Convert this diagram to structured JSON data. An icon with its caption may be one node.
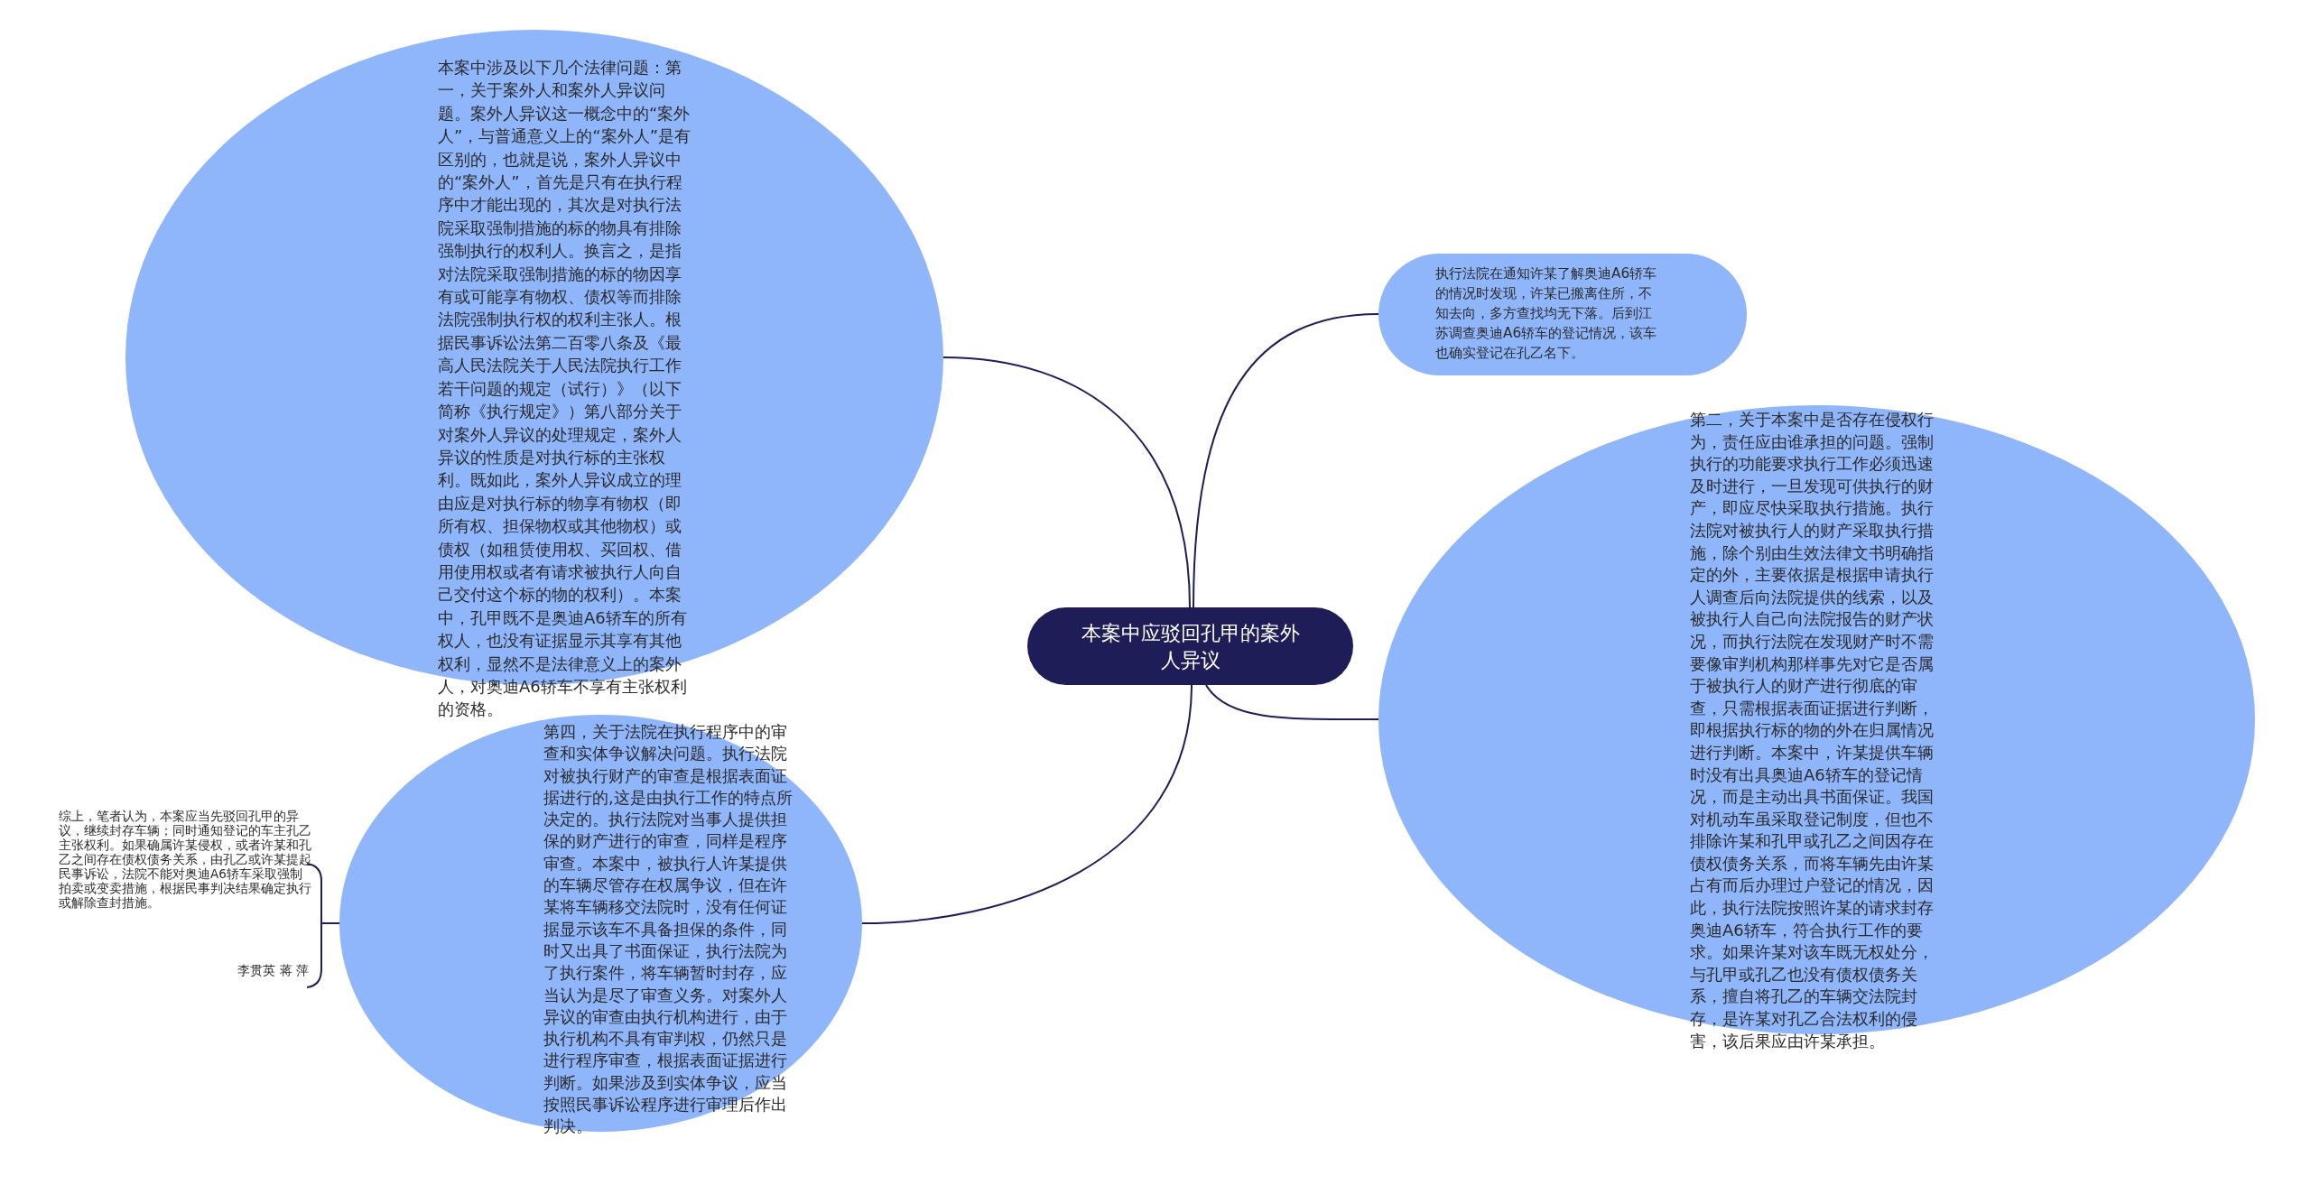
{
  "diagram": {
    "nodes": [
      {
        "text": [
          "本案中应驳回孔甲的案外人异议"
        ]
      },
      {
        "text": [
          "本案中涉及以下几个法律问题：第一，关于案外人和案外人异议问题。案外人异议这一概念中的“案外人”，与普通意义上的“案外人”是有区别的，也就是说，案外人异议中的“案外人”，首先是只有在执行程序中才能出现的，其次是对执行法院采取强制措施的标的物具有排除强制执行的权利人。换言之，是指对法院采取强制措施的标的物因享有或可能享有物权、债权等而排除法院强制执行权的权利主张人。根据民事诉讼法第二百零八条及《最高人民法院关于人民法院执行工作若干问题的规定（试行）》（以下简称《执行规定》）第八部分关于对案外人异议的处理规定，案外人异议的性质是对执行标的主张权利。既如此，案外人异议成立的理由应是对执行标的物享有物权（即所有权、担保物权或其他物权）或债权（如租赁使用权、买回权、借用使用权或者有请求被执行人向自己交付这个标的物的权利）。本案中，孔甲既不是奥迪A6轿车的所有权人，也没有证据显示其享有其他权利，显然不是法律意义上的案外人，对奥迪A6轿车不享有主张权利的资格。"
        ]
      },
      {
        "text": [
          "执行法院在通知许某了解奥迪A6轿车的情况时发现，许某已搬离住所，不知去向，多方查找均无下落。后到江苏调查奥迪A6轿车的登记情况，该车也确实登记在孔乙名下。"
        ]
      },
      {
        "text": [
          "第二，关于本案中是否存在侵权行为，责任应由谁承担的问题。强制执行的功能要求执行工作必须迅速及时进行，一旦发现可供执行的财产，即应尽快采取执行措施。执行法院对被执行人的财产采取执行措施，除个别由生效法律文书明确指定的外，主要依据是根据申请执行人调查后向法院提供的线索，以及被执行人自己向法院报告的财产状况，而执行法院在发现财产时不需要像审判机构那样事先对它是否属于被执行人的财产进行彻底的审查，只需根据表面证据进行判断，即根据执行标的物的外在归属情况进行判断。本案中，许某提供车辆时没有出具奥迪A6轿车的登记情况，而是主动出具书面保证。我国对机动车虽采取登记制度，但也不排除许某和孔甲或孔乙之间因存在债权债务关系，而将车辆先由许某占有而后办理过户登记的情况，因此，执行法院按照许某的请求封存奥迪A6轿车，符合执行工作的要求。如果许某对该车既无权处分，与孔甲或孔乙也没有债权债务关系，擅自将孔乙的车辆交法院封存，是许某对孔乙合法权利的侵害，该后果应由许某承担。"
        ]
      },
      {
        "text": [
          "第四，关于法院在执行程序中的审查和实体争议解决问题。执行法院对被执行财产的审查是根据表面证据进行的,这是由执行工作的特点所决定的。执行法院对当事人提供担保的财产进行的审查，同样是程序审查。本案中，被执行人许某提供的车辆尽管存在权属争议，但在许某将车辆移交法院时，没有任何证据显示该车不具备担保的条件，同时又出具了书面保证，执行法院为了执行案件，将车辆暂时封存，应当认为是尽了审查义务。对案外人异议的审查由执行机构进行，由于执行机构不具有审判权，仍然只是进行程序审查，根据表面证据进行判断。如果涉及到实体争议，应当按照民事诉讼程序进行审理后作出判决。"
        ]
      },
      {
        "text": [
          "综上，笔者认为，本案应当先驳回孔甲的异议，继续封存车辆；同时通知登记的车主孔乙主张权利。如果确属许某侵权，或者许某和孔乙之间存在债权债务关系，由孔乙或许某提起民事诉讼，法院不能对奥迪A6轿车采取强制拍卖或变卖措施，根据民事判决结果确定执行或解除查封措施。",
          "李贯英 蒋 萍"
        ]
      }
    ],
    "edges": [
      {
        "from": 0,
        "to": 1,
        "arrow": "none"
      },
      {
        "from": 0,
        "to": 2,
        "arrow": "none"
      },
      {
        "from": 0,
        "to": 3,
        "arrow": "none"
      },
      {
        "from": 0,
        "to": 4,
        "arrow": "none"
      },
      {
        "from": 4,
        "to": 5,
        "arrow": "none"
      }
    ]
  }
}
